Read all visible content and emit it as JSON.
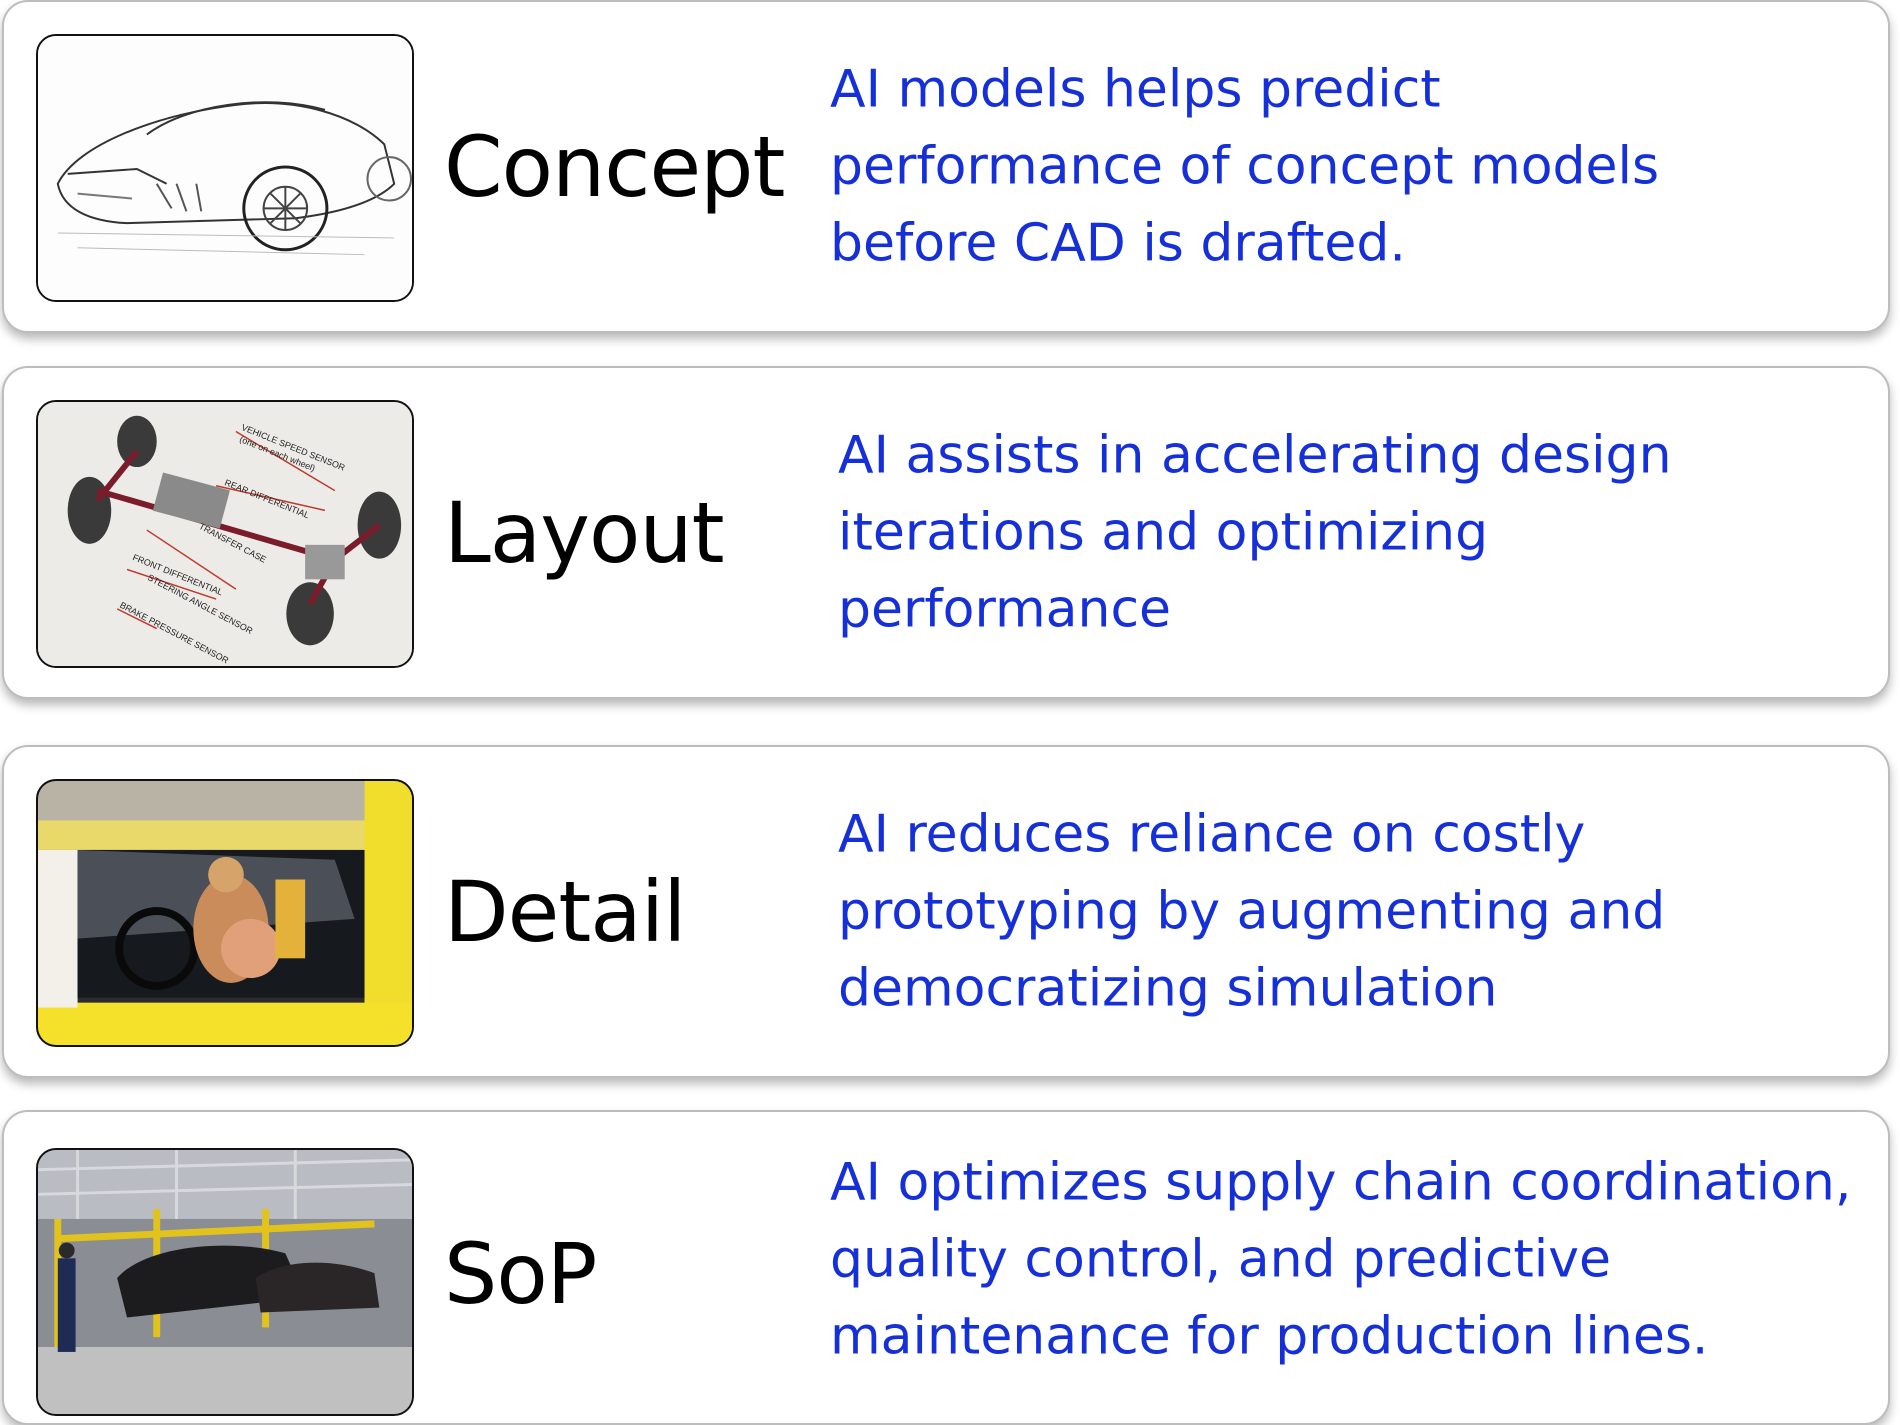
{
  "stages": [
    {
      "label": "Concept",
      "image": "car-sketch-image",
      "description": [
        "AI models helps predict",
        "performance of concept models",
        "before CAD is drafted."
      ]
    },
    {
      "label": "Layout",
      "image": "chassis-layout-image",
      "image_callouts": [
        "VEHICLE SPEED SENSOR",
        "(one on each wheel)",
        "REAR DIFFERENTIAL",
        "TRANSFER CASE",
        "FRONT DIFFERENTIAL",
        "STEERING ANGLE SENSOR",
        "BRAKE PRESSURE SENSOR"
      ],
      "description": [
        "AI assists in accelerating design",
        "iterations and optimizing",
        "performance"
      ]
    },
    {
      "label": "Detail",
      "image": "crash-test-dummy-image",
      "description": [
        "AI reduces reliance on costly",
        "prototyping by augmenting and",
        "democratizing simulation"
      ]
    },
    {
      "label": "SoP",
      "image": "assembly-line-image",
      "description": [
        "AI optimizes supply chain coordination,",
        "quality control, and predictive",
        "maintenance for production lines."
      ]
    }
  ],
  "colors": {
    "label": "#000000",
    "description": "#1530d8",
    "card_border": "#bdbdbd"
  }
}
